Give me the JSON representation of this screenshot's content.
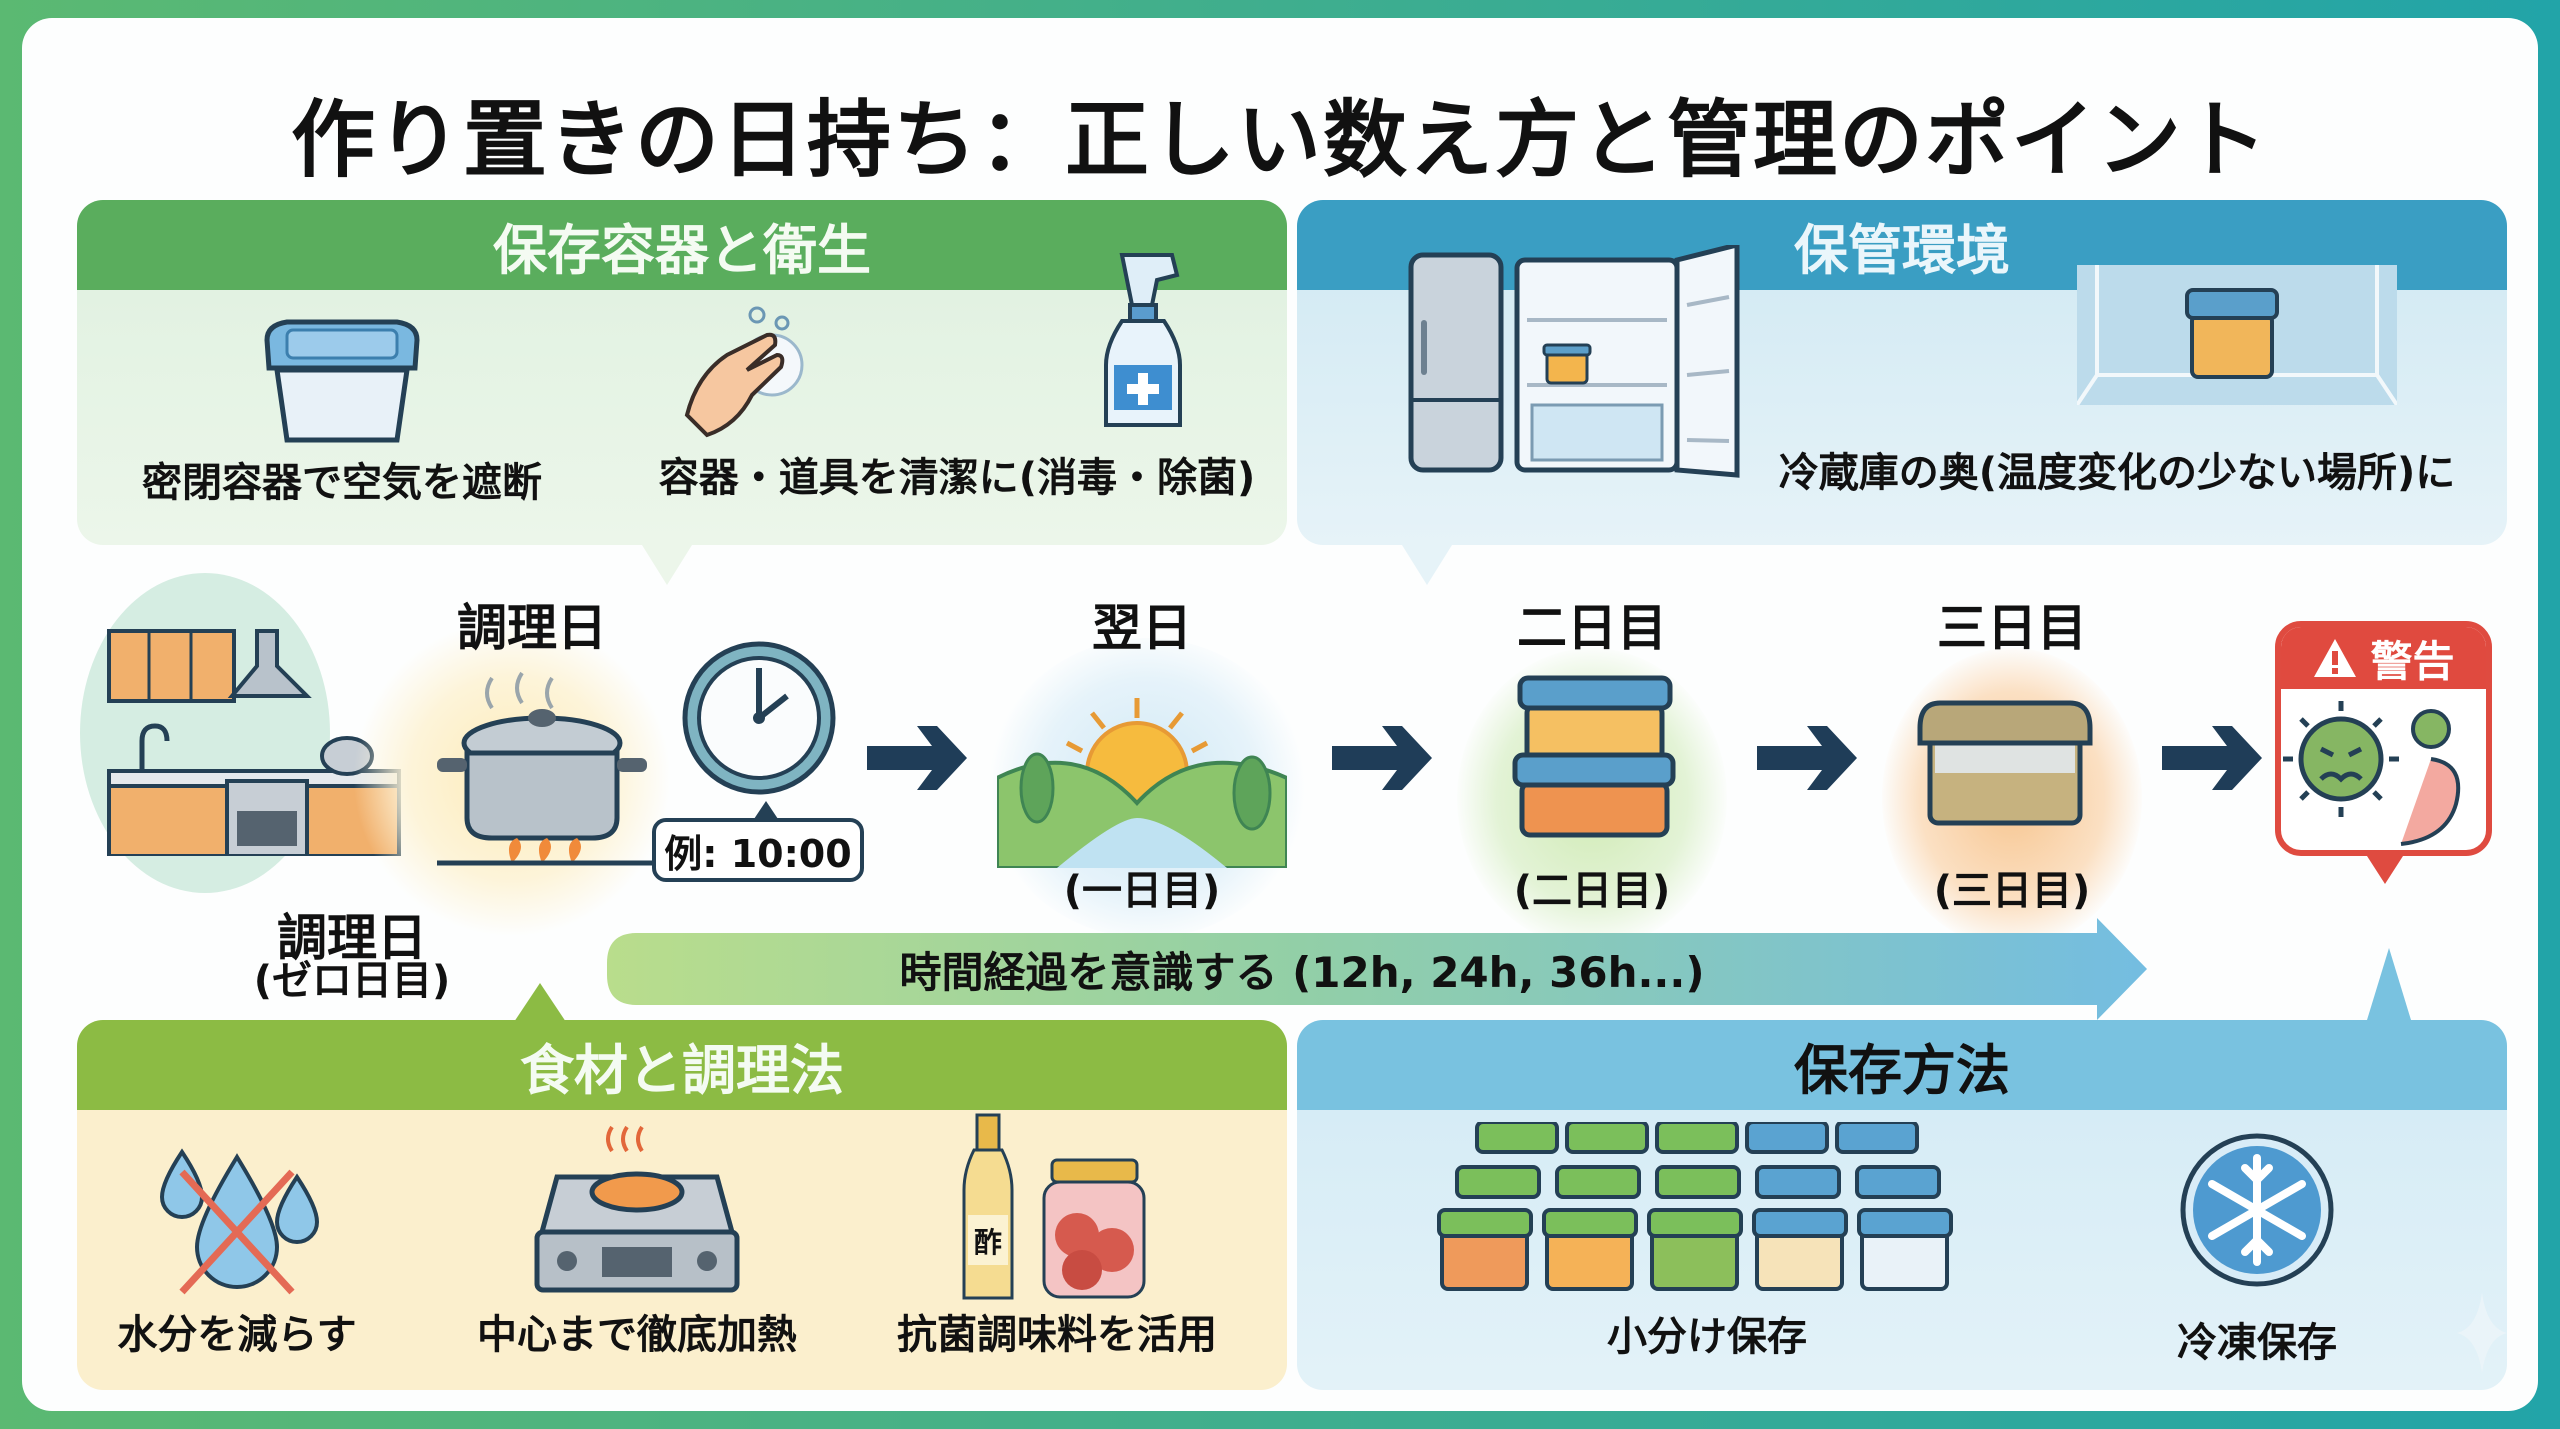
{
  "title": "作り置きの日持ち：正しい数え方と管理のポイント",
  "colors": {
    "hygiene_header": "#5aad5d",
    "environment_header": "#3a9ec3",
    "food_header": "#8cbb44",
    "storage_header": "#79c2e0",
    "warning": "#e04a3f",
    "arrow": "#1f3d58"
  },
  "panels": {
    "hygiene": {
      "title": "保存容器と衛生",
      "items": [
        {
          "icon": "airtight-container-icon",
          "label": "密閉容器で空気を遮断"
        },
        {
          "icon": "hand-washing-icon",
          "label": ""
        },
        {
          "icon": "disinfectant-spray-icon",
          "label": "容器・道具を清潔に(消毒・除菌)"
        }
      ]
    },
    "environment": {
      "title": "保管環境",
      "items": [
        {
          "icon": "refrigerator-icon",
          "label": ""
        },
        {
          "icon": "container-in-fridge-back-icon",
          "label": "冷蔵庫の奥(温度変化の少ない場所)に"
        }
      ]
    },
    "food": {
      "title": "食材と調理法",
      "items": [
        {
          "icon": "no-water-icon",
          "label": "水分を減らす"
        },
        {
          "icon": "gas-stove-icon",
          "label": "中心まで徹底加熱"
        },
        {
          "icon": "vinegar-umeboshi-icon",
          "label": "抗菌調味料を活用"
        }
      ]
    },
    "storage": {
      "title": "保存方法",
      "items": [
        {
          "icon": "portioned-containers-icon",
          "label": "小分け保存"
        },
        {
          "icon": "snowflake-icon",
          "label": "冷凍保存"
        }
      ]
    }
  },
  "timeline": {
    "days": [
      {
        "label": "調理日",
        "sub": "",
        "icon": "cooking-pot-icon"
      },
      {
        "label": "翌日",
        "sub": "(一日目)",
        "icon": "sunrise-icon"
      },
      {
        "label": "二日目",
        "sub": "(二日目)",
        "icon": "stacked-containers-icon"
      },
      {
        "label": "三日目",
        "sub": "(三日目)",
        "icon": "spoiling-container-icon"
      }
    ],
    "kitchen_label": "調理日",
    "kitchen_sub": "(ゼロ日目)",
    "time_example": "例: 10:00",
    "clock_time": "10:00",
    "progress_text": "時間経過を意識する (12h, 24h, 36h...)",
    "warning": {
      "label": "警告",
      "icons": [
        "bacteria-icon",
        "upset-stomach-icon"
      ]
    }
  }
}
